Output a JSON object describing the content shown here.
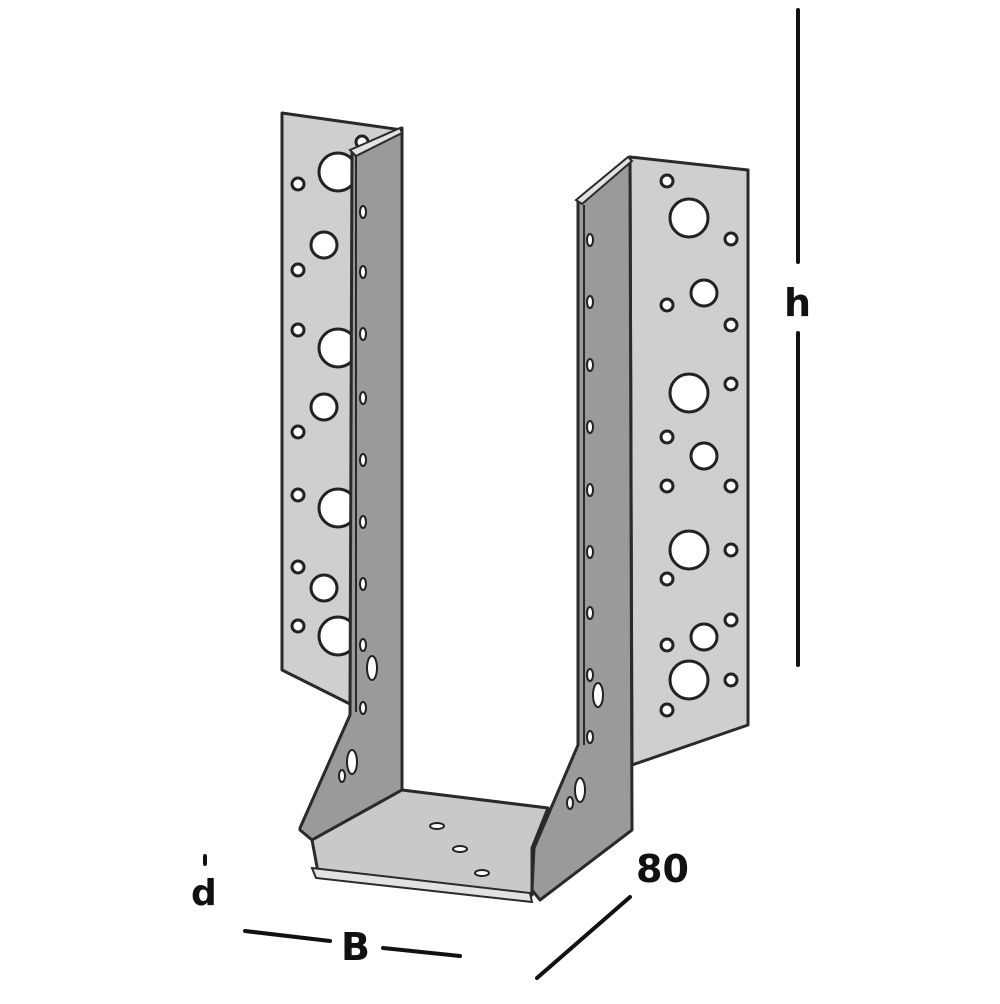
{
  "figure": {
    "subject": "U-shaped galvanized steel joist hanger with outward flanges",
    "colors": {
      "background": "#ffffff",
      "flange_face": "#cfcfcf",
      "inner_wall": "#9a9a9a",
      "base_plate": "#c8c8c8",
      "outline": "#2a2a2a",
      "dimension_line": "#111111"
    }
  },
  "dimensions": {
    "height_label": "h",
    "width_label": "B",
    "thickness_label": "d",
    "depth_value": "80"
  }
}
